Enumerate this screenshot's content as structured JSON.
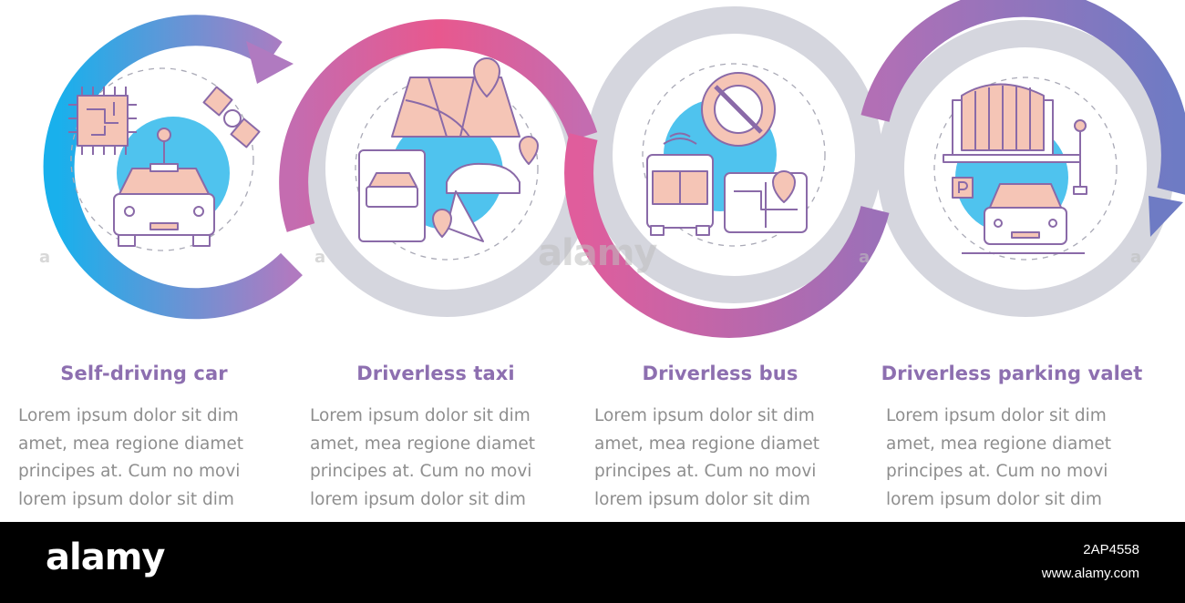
{
  "steps": [
    {
      "title": "Self-driving car",
      "lines": [
        "Lorem ipsum dolor sit dim",
        "amet, mea regione diamet",
        "principes at. Cum no movi",
        "lorem ipsum dolor sit dim"
      ],
      "icon": "autonomous-car-chip-satellite-icon"
    },
    {
      "title": "Driverless taxi",
      "lines": [
        "Lorem ipsum dolor sit dim",
        "amet, mea regione diamet",
        "principes at. Cum no movi",
        "lorem ipsum dolor sit dim"
      ],
      "icon": "taxi-app-map-pin-icon"
    },
    {
      "title": "Driverless bus",
      "lines": [
        "Lorem ipsum dolor sit dim",
        "amet, mea regione diamet",
        "principes at. Cum no movi",
        "lorem ipsum dolor sit dim"
      ],
      "icon": "bus-no-steering-wheel-map-icon"
    },
    {
      "title": "Driverless parking valet",
      "lines": [
        "Lorem ipsum dolor sit dim",
        "amet, mea regione diamet",
        "principes at. Cum no movi",
        "lorem ipsum dolor sit dim"
      ],
      "icon": "parking-building-car-icon"
    }
  ],
  "watermark": {
    "brand": "alamy",
    "image_id": "2AP4558",
    "site": "www.alamy.com",
    "center_mark": "alamy",
    "small_mark": "a"
  },
  "colors": {
    "blue": "#19b0ec",
    "pink": "#e05d9c",
    "purple": "#8b6fb8",
    "gray_ring": "#d5d6de",
    "title": "#8d6fb0",
    "body_text": "#8e8e8e",
    "icon_fill": "#f5c5b6",
    "icon_stroke": "#8a6aa8",
    "icon_blob": "#4fc3ee"
  }
}
